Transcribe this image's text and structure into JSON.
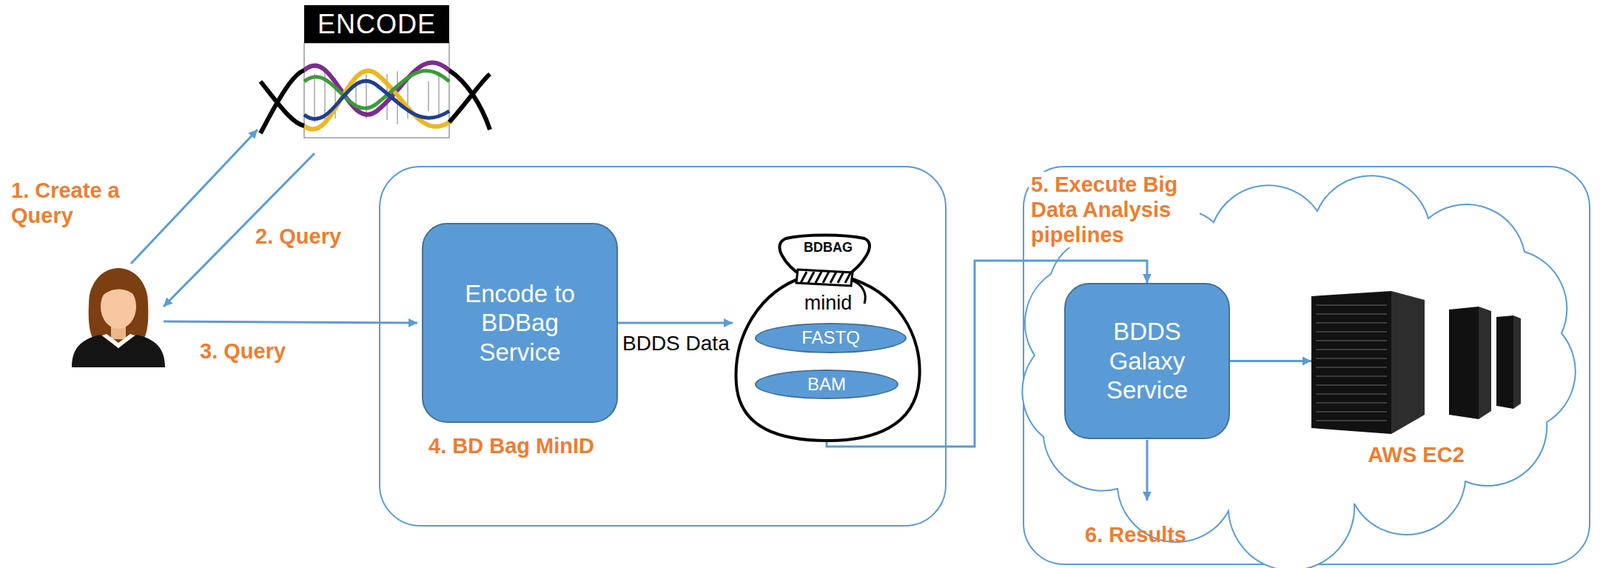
{
  "diagram": {
    "nodes": [
      {
        "text": [
          "ENCODE"
        ]
      },
      {
        "text": [
          "Encode to BDBag Service",
          "4. BD Bag MinID"
        ]
      },
      {
        "text": [
          "BDBAG",
          "minid"
        ]
      },
      {
        "text": [
          "FASTQ"
        ],
        "in": 2
      },
      {
        "text": [
          "BAM"
        ],
        "in": 2
      },
      {
        "text": [
          "BDDS Galaxy Service"
        ]
      },
      {
        "text": [
          "AWS EC2"
        ]
      }
    ],
    "edges": [
      {
        "from": 1,
        "to": 2,
        "arrow": "to",
        "label": "BDDS Data"
      },
      {
        "from": 4,
        "to": 5,
        "arrow": "to",
        "label": "5. Execute Big Data Analysis pipelines"
      },
      {
        "from": 5,
        "to": 6,
        "arrow": "to"
      }
    ],
    "labels": [
      "1. Create a Query",
      "2. Query",
      "3. Query",
      "6. Results"
    ]
  }
}
